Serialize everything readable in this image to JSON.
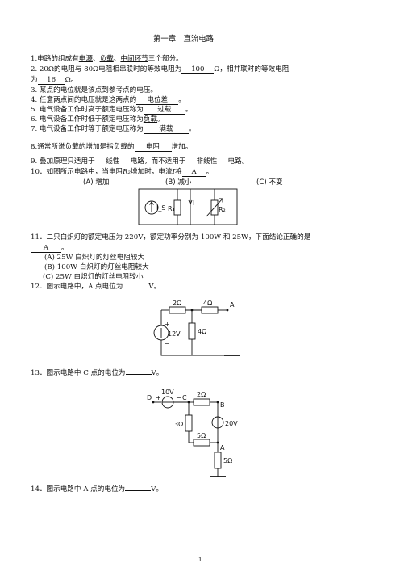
{
  "title": "第一章　直流电路",
  "q1": {
    "pre": "1.电路的组成有",
    "a": "电源",
    "sep1": "、",
    "b": "负载",
    "sep2": "、",
    "c": "中间环节",
    "post": "三个部分。"
  },
  "q2": {
    "pre": "2. 20Ω的电阻与 80Ω电阻相串联时的等效电阻为",
    "ans1": "100",
    "mid": "Ω，相并联时的等效电阻",
    "pre2": "为",
    "ans2": "16",
    "post": "Ω。"
  },
  "q3": "3. 某点的电位就是该点到参考点的电压。",
  "q4": {
    "pre": "4. 任意两点间的电压就是这两点的",
    "ans": "电位差",
    "post": "。"
  },
  "q5": {
    "pre": "5. 电气设备工作时高于额定电压称为",
    "ans": "过载",
    "post": "。"
  },
  "q6": {
    "pre": "6. 电气设备工作时低于额定电压称为",
    "ans": "负载",
    "post": "。"
  },
  "q7": {
    "pre": "7. 电气设备工作时等于额定电压称为",
    "ans": "满载",
    "post": "。"
  },
  "q8": {
    "pre": "8.通常所说负载的增加是指负载的",
    "ans": "电阻",
    "post": "增加。"
  },
  "q9": {
    "pre": "9. 叠加原理只适用于",
    "ans1": "线性",
    "mid": "电路，而不适用于",
    "ans2": "非线性",
    "post": "电路。"
  },
  "q10": {
    "pre": "10．如图所示电路中，当电阻",
    "var": "R₂",
    "mid": "增加时，电流",
    "var2": "I",
    "mid2": "将",
    "ans": "A",
    "post": "。",
    "options": [
      "(A)  增加",
      "(B)  减小",
      "(C)  不变"
    ]
  },
  "fig10": {
    "source": "I_S",
    "r1": "R₁",
    "cur": "I",
    "r2": "R₂"
  },
  "q11": {
    "line1": "11．二只白炽灯的额定电压为 220V，额定功率分别为 100W 和 25W，下面结论正确的是",
    "ans": "A",
    "post": "。",
    "options": [
      "(A)   25W 白炽灯的灯丝电阻较大",
      "(B)   100W 白炽灯的灯丝电阻较大",
      "(C) 25W 白炽灯的灯丝电阻较小"
    ]
  },
  "q12": {
    "pre": "12．图示电路中，A 点电位为",
    "post": "V。"
  },
  "fig12": {
    "r_top": "2Ω",
    "r_right": "4Ω",
    "r_v": "4Ω",
    "src": "12V",
    "node": "A",
    "plus": "+",
    "minus": "−"
  },
  "q13": {
    "pre": "13．图示电路中 C 点的电位为",
    "post": "V。"
  },
  "fig13": {
    "src1": "10V",
    "nD": "D",
    "nC": "C",
    "nB": "B",
    "nA": "A",
    "r_cb": "2Ω",
    "r_mid": "3Ω",
    "src2": "20V",
    "r_bot": "5Ω",
    "r_a": "5Ω",
    "plus": "+",
    "minus": "−"
  },
  "q14": {
    "pre": "14．图示电路中 A 点的电位为",
    "post": "V。"
  },
  "page_num": "1"
}
